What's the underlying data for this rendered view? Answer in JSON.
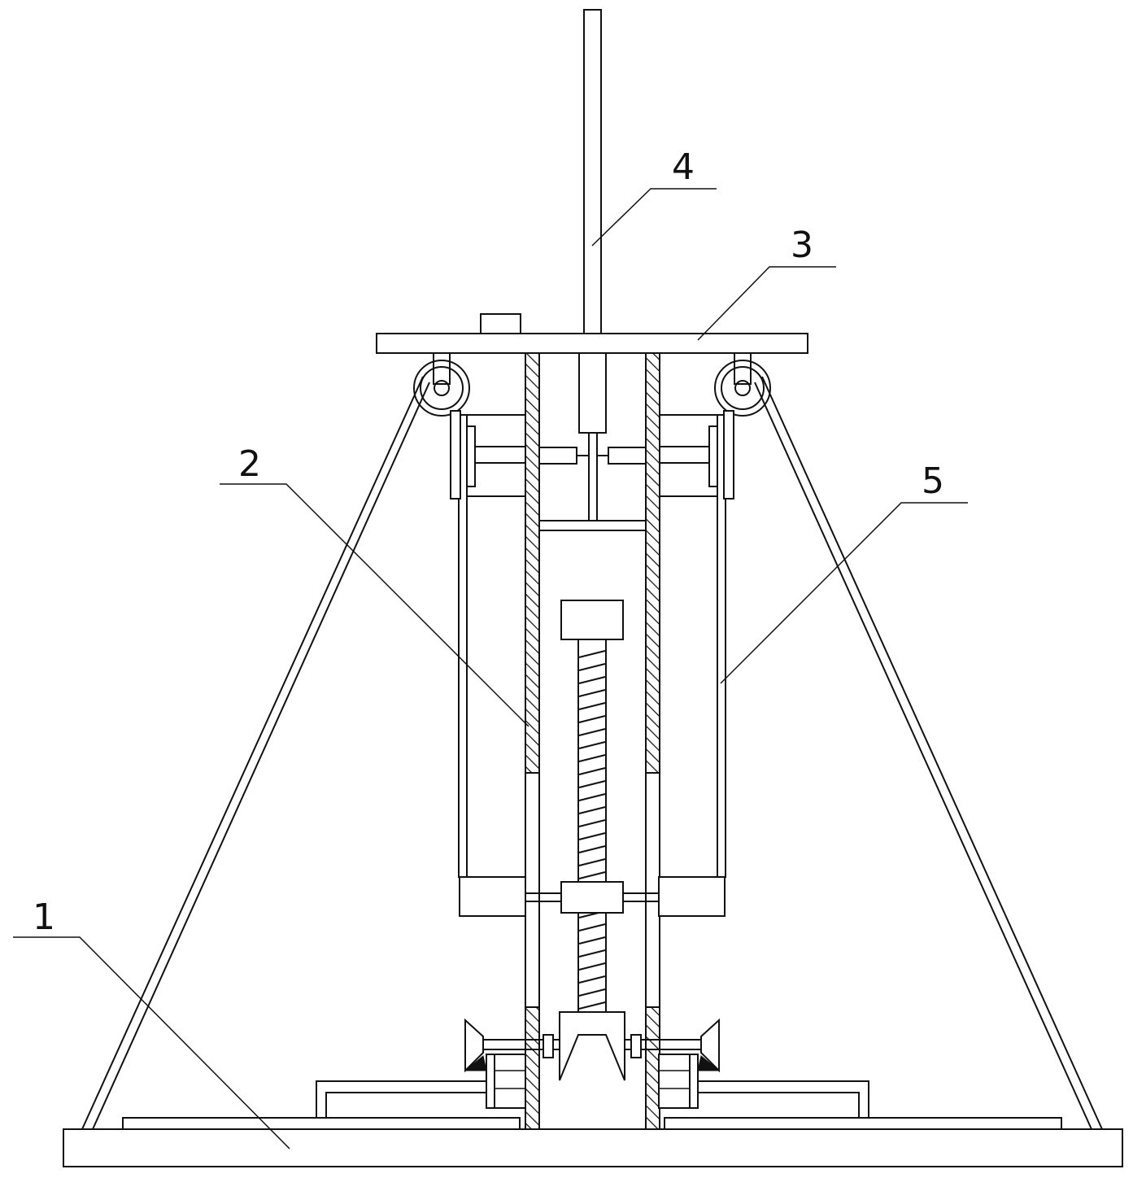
{
  "labels": [
    {
      "id": "1",
      "text": "1",
      "part": "base-plate"
    },
    {
      "id": "2",
      "text": "2",
      "part": "threaded-column"
    },
    {
      "id": "3",
      "text": "3",
      "part": "top-plate"
    },
    {
      "id": "4",
      "text": "4",
      "part": "mast-rod"
    },
    {
      "id": "5",
      "text": "5",
      "part": "side-frame"
    }
  ],
  "colors": {
    "ink": "#111111",
    "paper": "#ffffff"
  }
}
